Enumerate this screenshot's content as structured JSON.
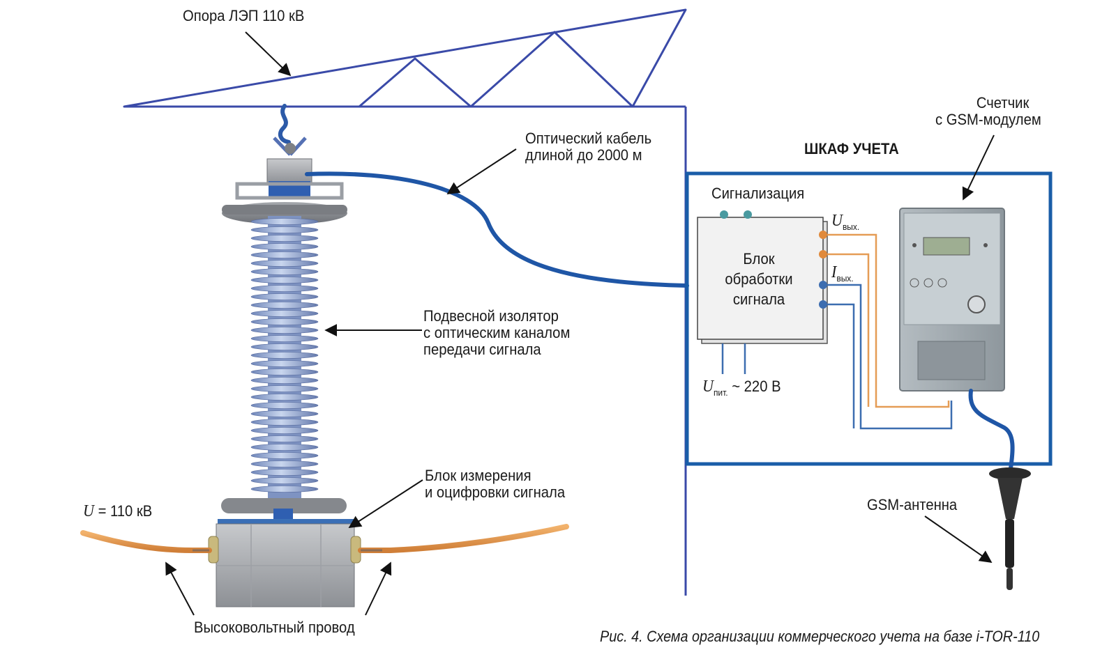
{
  "labels": {
    "tower": "Опора ЛЭП 110 кВ",
    "optical_cable_l1": "Оптический кабель",
    "optical_cable_l2": "длиной до 2000 м",
    "cabinet_title": "ШКАФ УЧЕТА",
    "meter_l1": "Счетчик",
    "meter_l2": "с GSM-модулем",
    "signalization": "Сигнализация",
    "processing_block_l1": "Блок",
    "processing_block_l2": "обработки",
    "processing_block_l3": "сигнала",
    "u_out_symbol": "U",
    "u_out_sub": "вых.",
    "i_out_symbol": "I",
    "i_out_sub": "вых.",
    "insulator_l1": "Подвесной изолятор",
    "insulator_l2": "с оптическим каналом",
    "insulator_l3": "передачи сигнала",
    "u_pit_symbol": "U",
    "u_pit_sub": "пит.",
    "u_pit_value": "~ 220 В",
    "measure_block_l1": "Блок измерения",
    "measure_block_l2": "и оцифровки сигнала",
    "u_line_symbol": "U",
    "u_line_value": "= 110 кВ",
    "gsm_antenna": "GSM-антенна",
    "hv_wire": "Высоковольтный провод",
    "caption": "Рис. 4. Схема организации коммерческого учета на базе i-TOR-110"
  },
  "colors": {
    "tower_lines": "#3a4aa8",
    "cable_blue": "#1f56a6",
    "cabinet_border": "#1a5da8",
    "wire_orange": "#e59c55",
    "wire_blue": "#3c6db0",
    "insulator": "#8fa6cf"
  }
}
